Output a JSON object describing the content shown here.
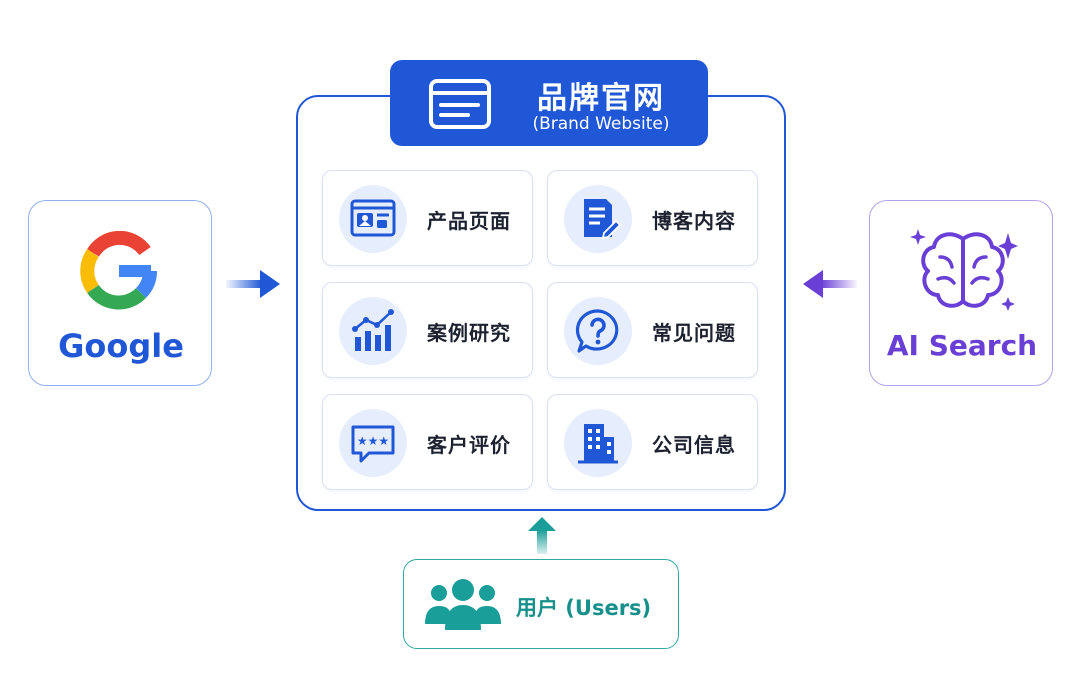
{
  "brand": {
    "title": "品牌官网",
    "subtitle": "(Brand Website)",
    "icon": "browser-window-icon",
    "color": "#1f57d6"
  },
  "tiles": [
    {
      "label": "产品页面",
      "icon": "product-page-icon"
    },
    {
      "label": "博客内容",
      "icon": "blog-document-icon"
    },
    {
      "label": "案例研究",
      "icon": "case-study-chart-icon"
    },
    {
      "label": "常见问题",
      "icon": "faq-question-icon"
    },
    {
      "label": "客户评价",
      "icon": "review-stars-icon"
    },
    {
      "label": "公司信息",
      "icon": "company-building-icon"
    }
  ],
  "sources": {
    "google": {
      "label": "Google",
      "icon": "google-logo-icon",
      "color": "#1f57d6"
    },
    "ai_search": {
      "label": "AI Search",
      "icon": "ai-brain-icon",
      "color": "#6a3fd6"
    }
  },
  "users": {
    "label": "用户 (Users)",
    "icon": "users-group-icon",
    "color": "#178f8b"
  }
}
